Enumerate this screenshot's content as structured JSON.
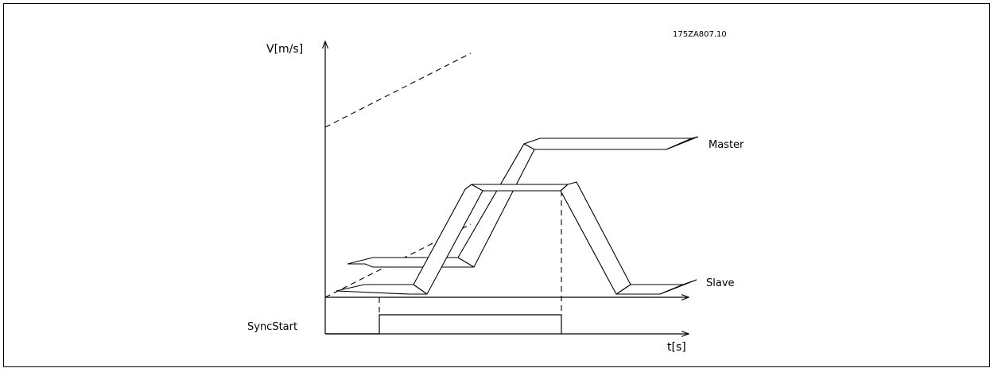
{
  "figure_ref": "175ZA807.10",
  "axes": {
    "y_label": "V[m/s]",
    "x_label": "t[s]",
    "sync_label": "SyncStart"
  },
  "curves": {
    "master_label": "Master",
    "slave_label": "Slave"
  }
}
